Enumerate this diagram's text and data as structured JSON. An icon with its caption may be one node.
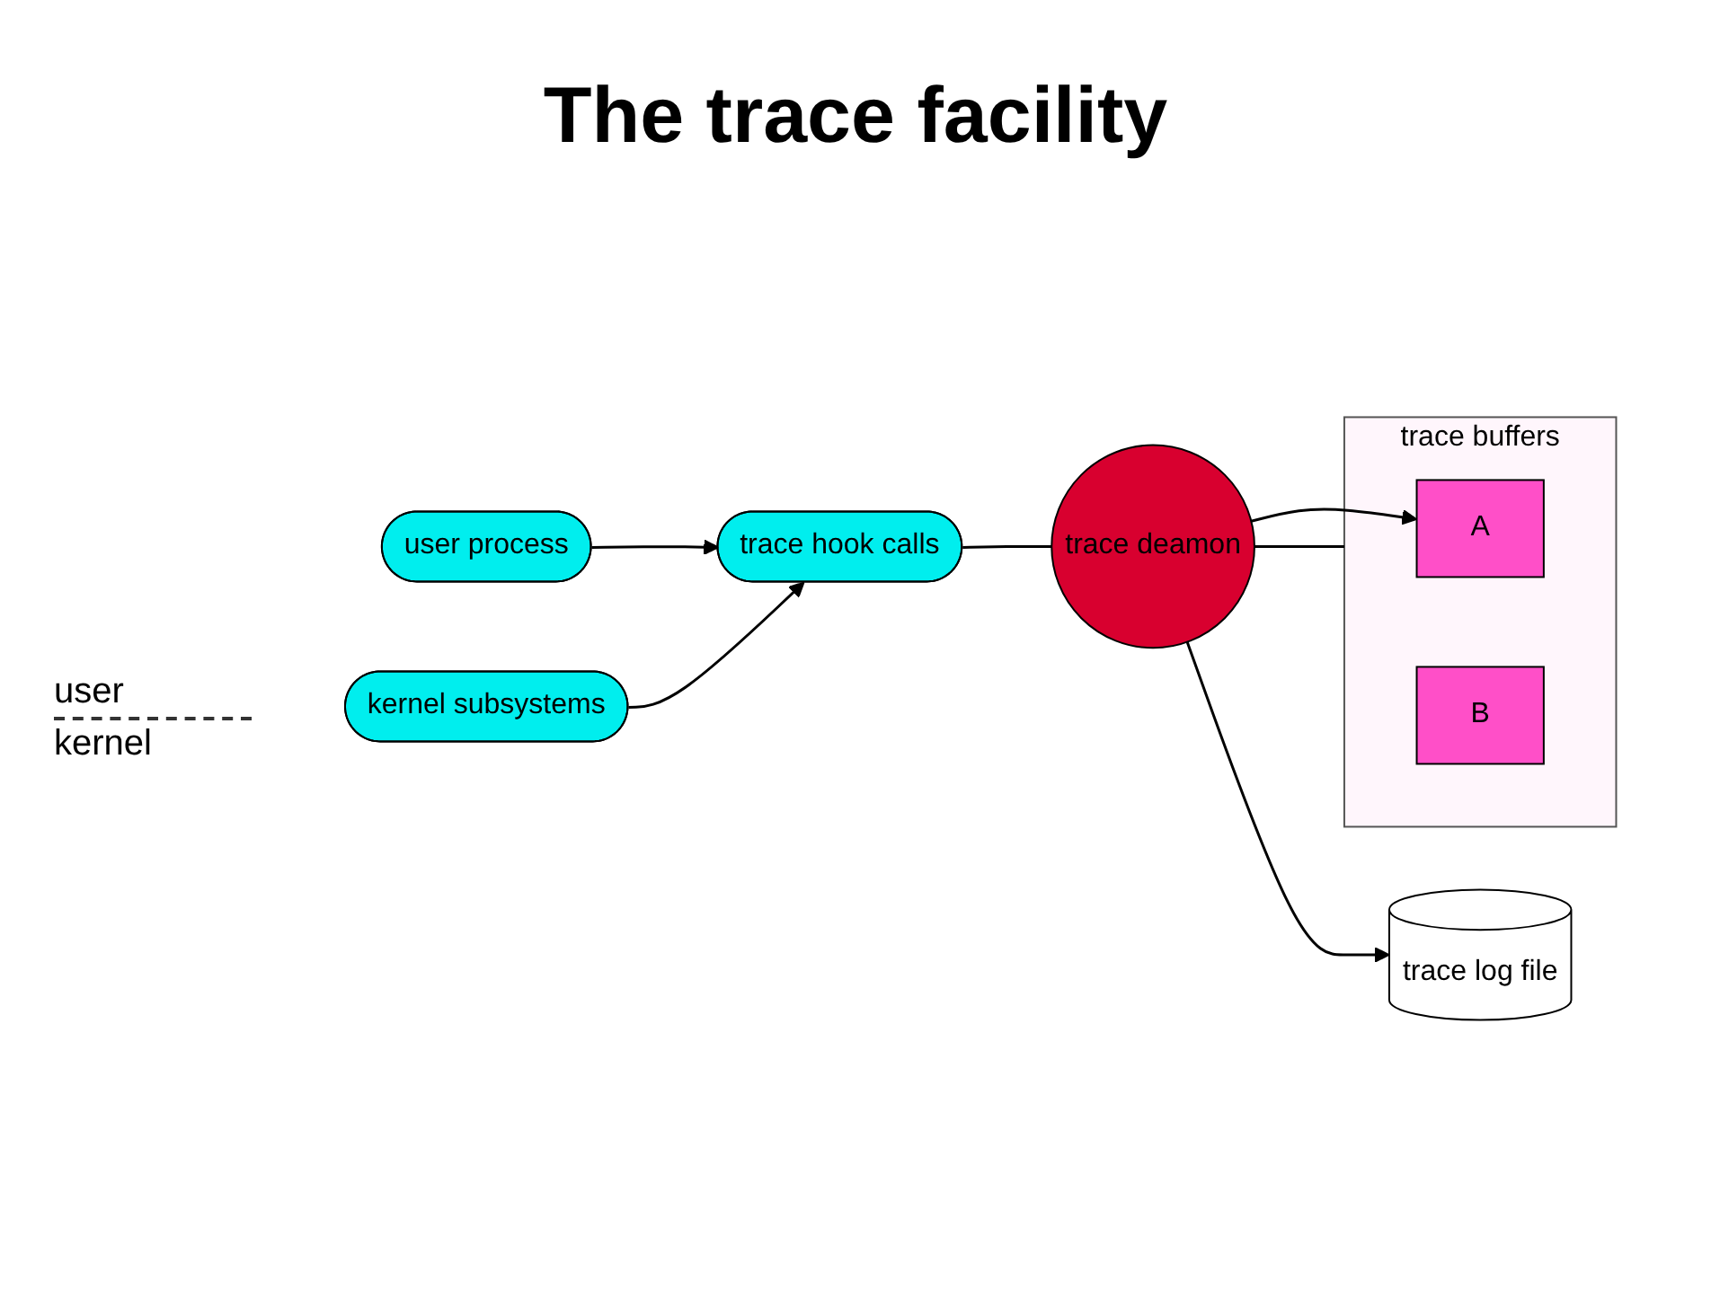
{
  "diagram": {
    "title": "The trace facility",
    "nodes": [
      {
        "text": [
          "user process"
        ]
      },
      {
        "text": [
          "trace hook calls"
        ]
      },
      {
        "text": [
          "kernel subsystems"
        ]
      },
      {
        "text": [
          "trace log file"
        ]
      },
      {
        "text": [
          "trace deamon"
        ]
      },
      {
        "text": [
          "trace buffers"
        ]
      },
      {
        "text": [
          "A"
        ],
        "in": 5
      },
      {
        "text": [
          "B"
        ],
        "in": 5
      }
    ],
    "edges": [
      {
        "from": 0,
        "to": 1,
        "arrow": "to"
      },
      {
        "from": 2,
        "to": 1,
        "arrow": "to"
      },
      {
        "from": 1,
        "to": 4,
        "arrow": "none"
      },
      {
        "from": 4,
        "to": 3,
        "arrow": "to"
      },
      {
        "from": 4,
        "to": 5,
        "arrow": "none"
      },
      {
        "from": 4,
        "to": 6,
        "arrow": "to"
      }
    ],
    "labels": [
      "user",
      "kernel"
    ]
  }
}
